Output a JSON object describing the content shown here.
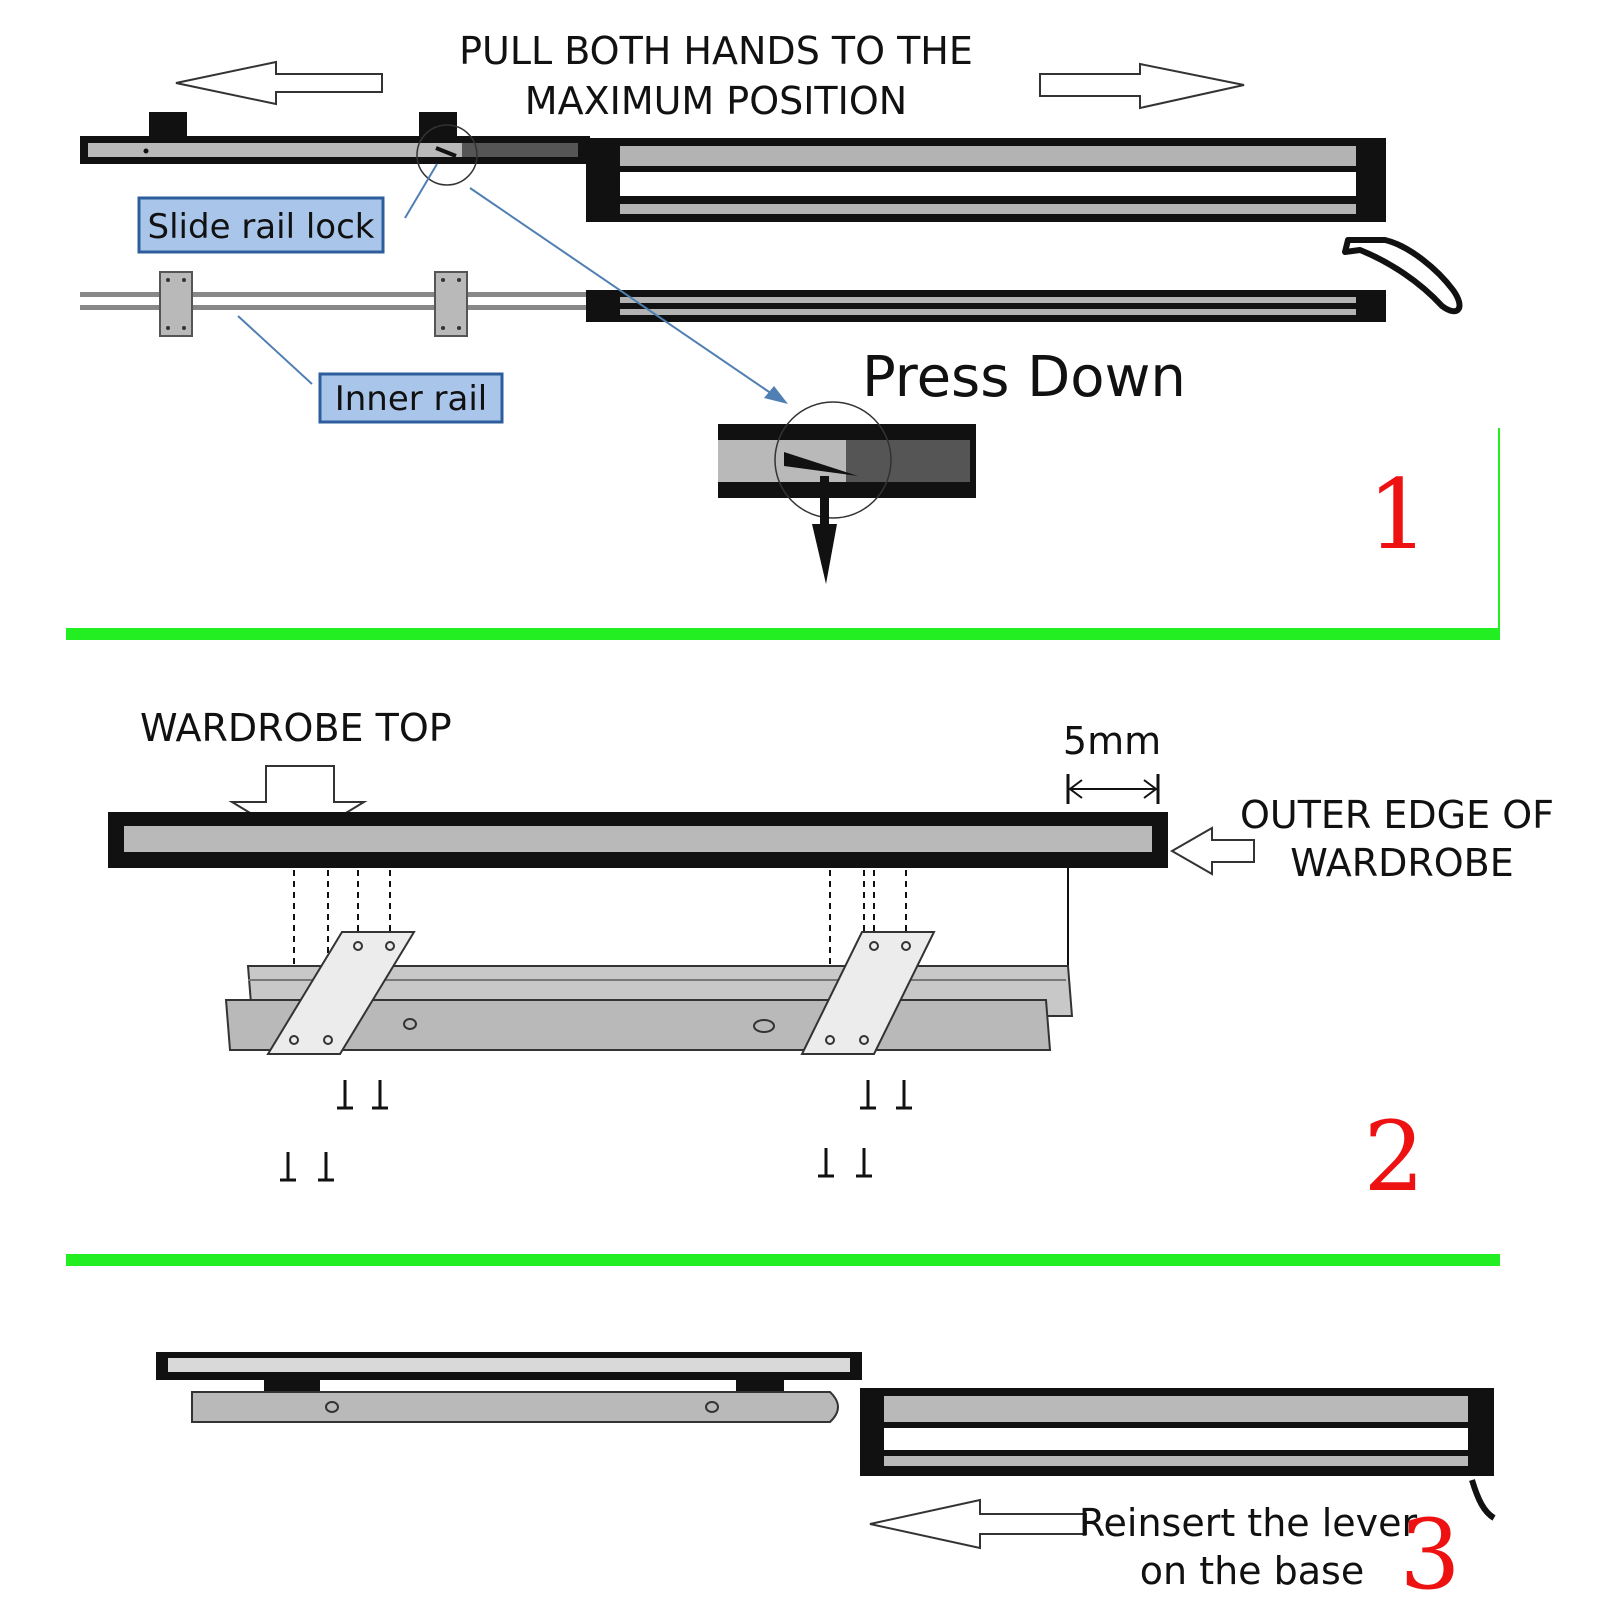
{
  "colors": {
    "rail_dark": "#111111",
    "rail_gray": "#b3b3b3",
    "rail_light": "#d9d9d9",
    "divider_green": "#22ee22",
    "step_number_red": "#ee1111",
    "callout_fill": "#a9c6ea",
    "callout_border": "#2e5d9c",
    "pointer_blue": "#4f7fb3"
  },
  "step1": {
    "title_line1": "PULL BOTH HANDS TO THE",
    "title_line2": "MAXIMUM POSITION",
    "callout_lock": "Slide rail lock",
    "callout_inner": "Inner rail",
    "press_label": "Press Down",
    "number": "1"
  },
  "step2": {
    "top_label": "WARDROBE TOP",
    "gap_label": "5mm",
    "edge_line1": "OUTER EDGE OF",
    "edge_line2": "WARDROBE",
    "number": "2"
  },
  "step3": {
    "reinsert_line1": "Reinsert the lever",
    "reinsert_line2": "on the base",
    "number": "3"
  },
  "icons": [
    "arrow-left-icon",
    "arrow-right-icon",
    "arrow-down-icon",
    "screw-icon"
  ]
}
